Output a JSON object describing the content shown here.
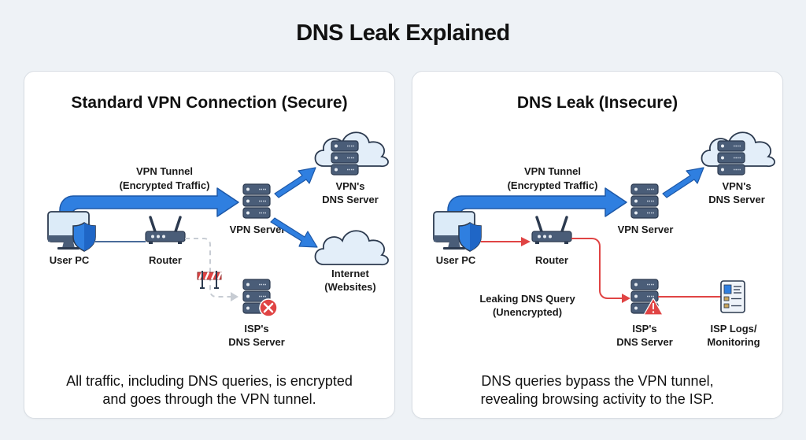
{
  "title": "DNS Leak Explained",
  "colors": {
    "tunnel_blue": "#2f7fe0",
    "server_slate": "#4a5d78",
    "leak_red": "#e04444",
    "cloud_fill": "#e3eef9",
    "blocked_gray": "#c7ccd3"
  },
  "panels": [
    {
      "id": "secure",
      "title": "Standard VPN Connection (Secure)",
      "labels": {
        "tunnel_line1": "VPN Tunnel",
        "tunnel_line2": "(Encrypted Traffic)",
        "user_pc": "User PC",
        "router": "Router",
        "vpn_server": "VPN Server",
        "vpn_dns_line1": "VPN's",
        "vpn_dns_line2": "DNS Server",
        "internet_line1": "Internet",
        "internet_line2": "(Websites)",
        "isp_dns_line1": "ISP's",
        "isp_dns_line2": "DNS Server"
      },
      "icons": [
        "monitor-icon",
        "shield-icon",
        "router-icon",
        "server-icon",
        "cloud-icon",
        "barrier-icon",
        "error-x-icon"
      ],
      "caption_line1": "All traffic, including DNS queries, is encrypted",
      "caption_line2": "and goes through the VPN tunnel."
    },
    {
      "id": "leak",
      "title": "DNS Leak (Insecure)",
      "labels": {
        "tunnel_line1": "VPN Tunnel",
        "tunnel_line2": "(Encrypted Traffic)",
        "user_pc": "User PC",
        "router": "Router",
        "vpn_server": "VPN Server",
        "vpn_dns_line1": "VPN's",
        "vpn_dns_line2": "DNS Server",
        "leak_line1": "Leaking DNS Query",
        "leak_line2": "(Unencrypted)",
        "isp_dns_line1": "ISP's",
        "isp_dns_line2": "DNS Server",
        "logs_line1": "ISP Logs/",
        "logs_line2": "Monitoring"
      },
      "icons": [
        "monitor-icon",
        "shield-icon",
        "router-icon",
        "server-icon",
        "cloud-icon",
        "warning-icon",
        "log-document-icon"
      ],
      "caption_line1": "DNS queries bypass the VPN tunnel,",
      "caption_line2": "revealing browsing activity to the ISP."
    }
  ]
}
